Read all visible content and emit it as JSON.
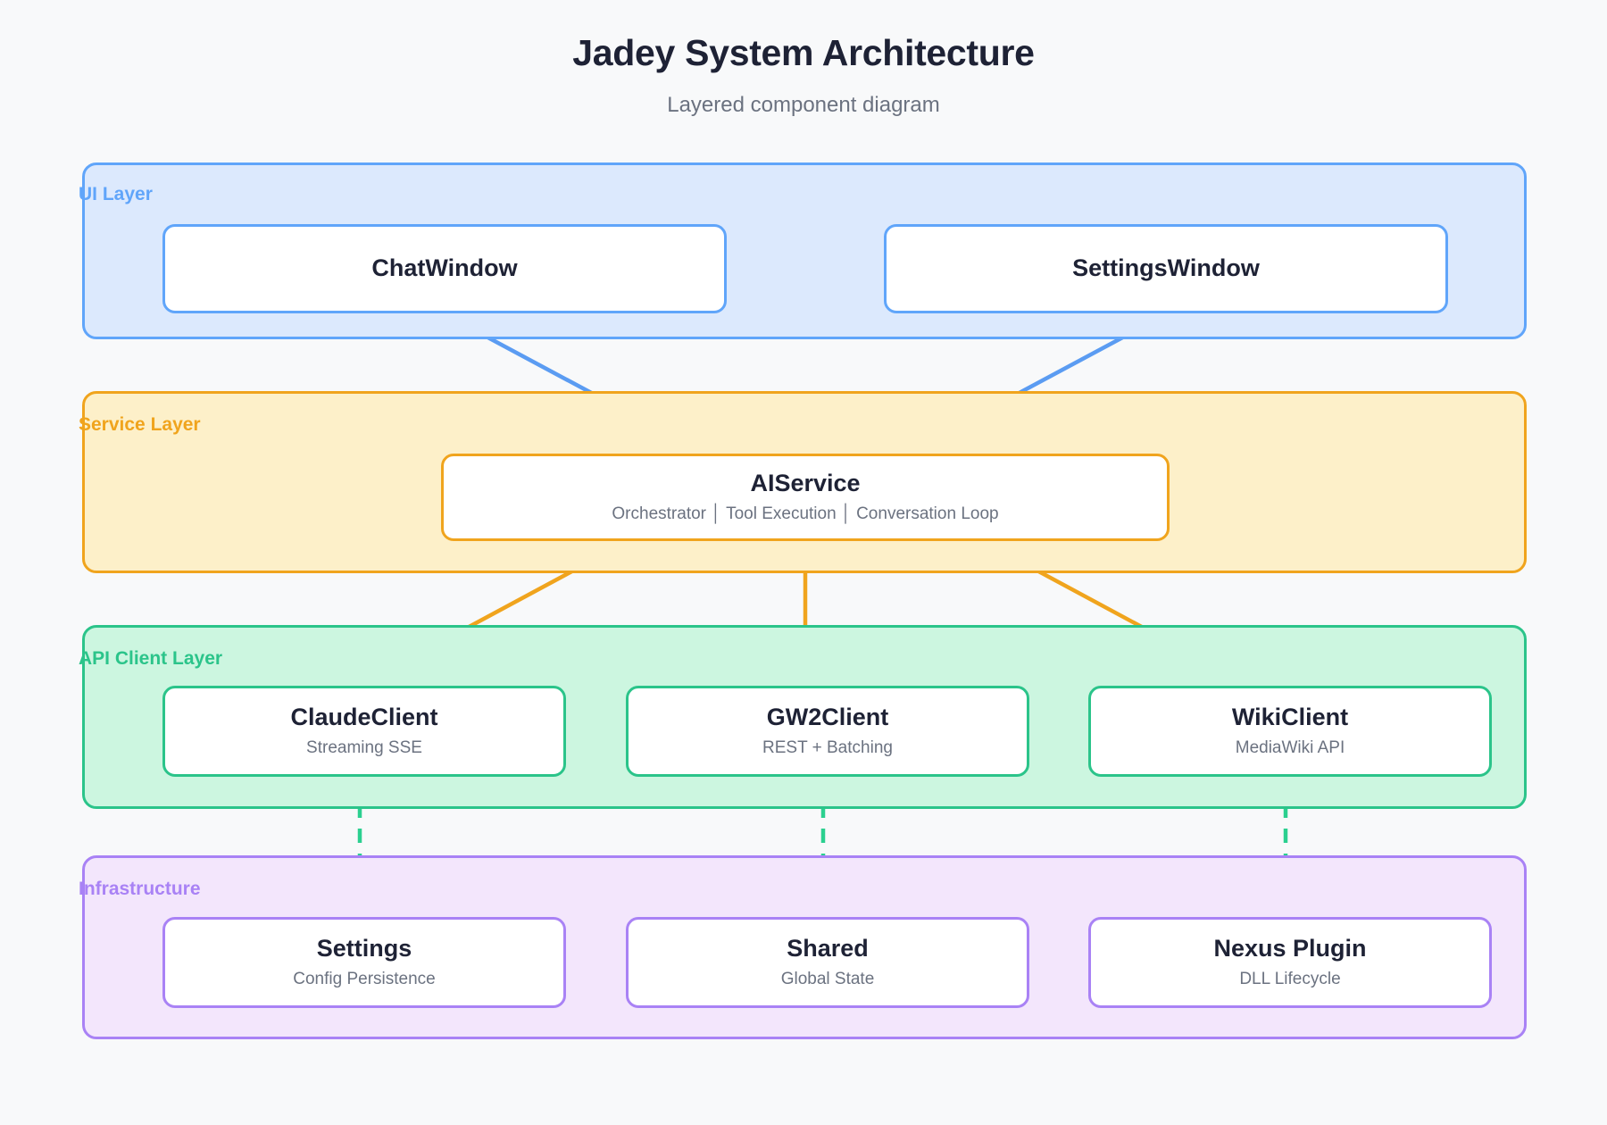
{
  "header": {
    "title": "Jadey System Architecture",
    "subtitle": "Layered component diagram"
  },
  "colors": {
    "background": "#f8f9fa",
    "title": "#1e2235",
    "subtitle": "#6b7280",
    "ui_layer": "#60a5fa",
    "ui_layer_fill": "#dce9fd",
    "service_layer": "#f0a41d",
    "service_layer_fill": "#fdf0c9",
    "api_layer": "#2bc48a",
    "api_layer_fill": "#ccf6e0",
    "infra_layer": "#a982f5",
    "infra_layer_fill": "#f3e6fc",
    "node_fill": "#ffffff",
    "node_title": "#1e2235",
    "node_subtitle": "#6b7280"
  },
  "layers": [
    {
      "id": "ui",
      "label": "UI Layer"
    },
    {
      "id": "service",
      "label": "Service Layer"
    },
    {
      "id": "api",
      "label": "API Client Layer"
    },
    {
      "id": "infra",
      "label": "Infrastructure"
    }
  ],
  "nodes": {
    "chatwindow": {
      "title": "ChatWindow",
      "subtitle": ""
    },
    "settingswindow": {
      "title": "SettingsWindow",
      "subtitle": ""
    },
    "aiservice": {
      "title": "AIService",
      "subtitle": "Orchestrator │ Tool Execution │ Conversation Loop"
    },
    "claudeclient": {
      "title": "ClaudeClient",
      "subtitle": "Streaming SSE"
    },
    "gw2client": {
      "title": "GW2Client",
      "subtitle": "REST + Batching"
    },
    "wikiclient": {
      "title": "WikiClient",
      "subtitle": "MediaWiki API"
    },
    "settings": {
      "title": "Settings",
      "subtitle": "Config Persistence"
    },
    "shared": {
      "title": "Shared",
      "subtitle": "Global State"
    },
    "nexusplugin": {
      "title": "Nexus Plugin",
      "subtitle": "DLL Lifecycle"
    }
  },
  "edges": [
    {
      "from": "chatwindow",
      "to": "aiservice",
      "style": "solid",
      "color": "#5b9cf2"
    },
    {
      "from": "settingswindow",
      "to": "aiservice",
      "style": "solid",
      "color": "#5b9cf2"
    },
    {
      "from": "aiservice",
      "to": "claudeclient",
      "style": "solid",
      "color": "#f0a41d"
    },
    {
      "from": "aiservice",
      "to": "gw2client",
      "style": "solid",
      "color": "#f0a41d"
    },
    {
      "from": "aiservice",
      "to": "wikiclient",
      "style": "solid",
      "color": "#f0a41d"
    },
    {
      "from": "claudeclient",
      "to": "settings",
      "style": "dashed",
      "color": "#2bd08f"
    },
    {
      "from": "gw2client",
      "to": "shared",
      "style": "dashed",
      "color": "#2bd08f"
    },
    {
      "from": "wikiclient",
      "to": "nexusplugin",
      "style": "dashed",
      "color": "#2bd08f"
    }
  ]
}
